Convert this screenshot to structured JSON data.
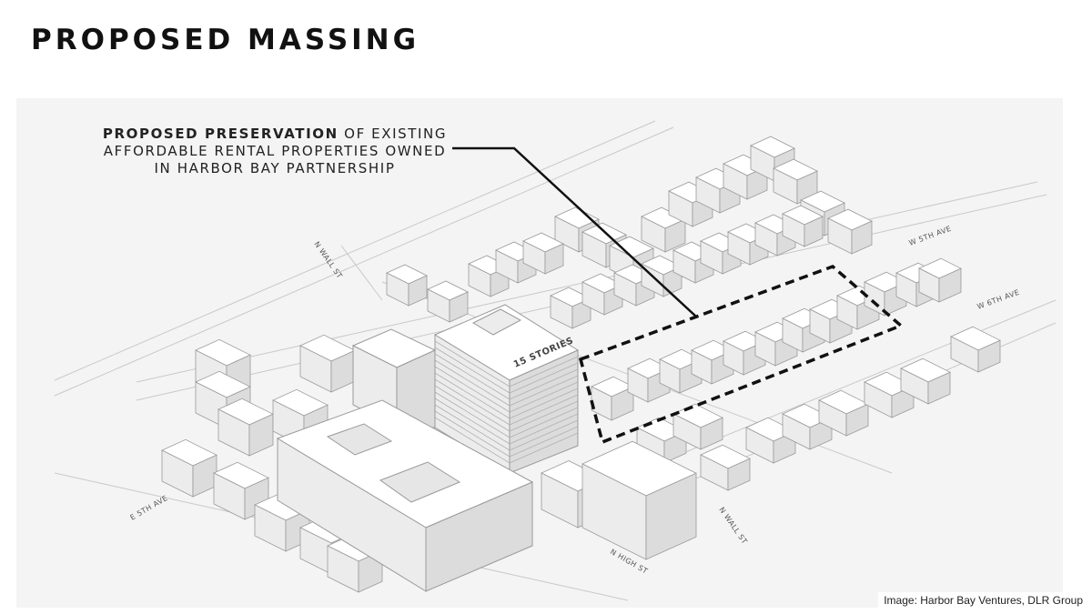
{
  "title": "PROPOSED MASSING",
  "callout": {
    "bold_text": "PROPOSED PRESERVATION",
    "line1_rest": " OF EXISTING",
    "line2": "AFFORDABLE RENTAL PROPERTIES OWNED",
    "line3": "IN HARBOR BAY PARTNERSHIP"
  },
  "tower_label": "15 STORIES",
  "streets": {
    "n_wall_st_top": "N WALL ST",
    "n_wall_st_bottom": "N WALL ST",
    "w_5th_ave": "W 5TH AVE",
    "w_6th_ave": "W 6TH AVE",
    "e_5th_ave": "E 5TH AVE",
    "n_high_st": "N HIGH ST"
  },
  "credit": "Image: Harbor Bay Ventures, DLR Group",
  "colors": {
    "background": "#ffffff",
    "map_area": "#f4f4f4",
    "building_top": "#ffffff",
    "building_left": "#ececec",
    "building_right": "#dcdcdc",
    "outline": "#9a9a9a",
    "callout_line": "#111111",
    "preservation_boundary": "#111111"
  }
}
